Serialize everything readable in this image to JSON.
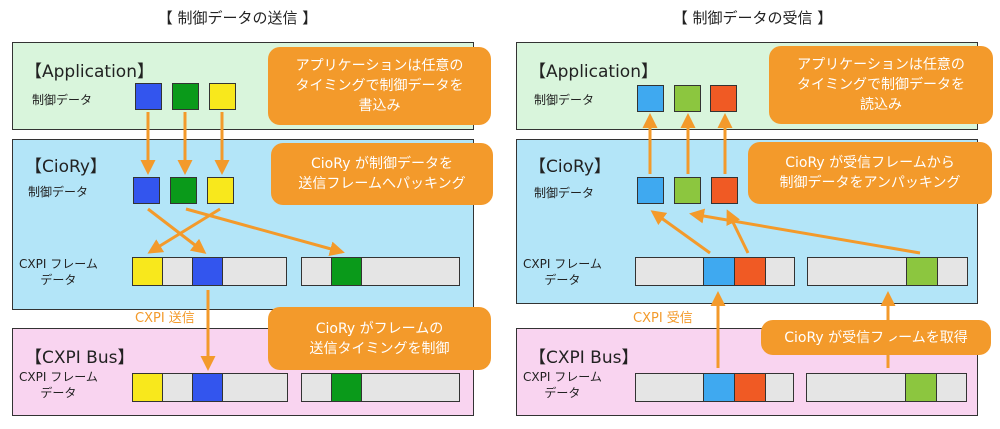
{
  "colors": {
    "arrow": "#f39a2b",
    "callout_bg": "#f39a2b",
    "app_layer_bg": "#d9f5dc",
    "ciory_layer_bg": "#b3e5f8",
    "bus_layer_bg": "#f9d4f0",
    "frame_empty": "#e5e5e5",
    "send_blue": "#3355ee",
    "send_green": "#0a9a1a",
    "send_yellow": "#f8e81c",
    "recv_blue": "#3fa9f0",
    "recv_green": "#8cc63f",
    "recv_red": "#f05a24"
  },
  "send": {
    "title": "【 制御データの送信 】",
    "application": {
      "name": "【Application】",
      "row_label": "制御データ",
      "squares": [
        "blue",
        "green",
        "yellow"
      ],
      "callout": "アプリケーションは任意の\nタイミングで制御データを\n書込み"
    },
    "ciory": {
      "name": "【CioRy】",
      "row_label": "制御データ",
      "squares": [
        "blue",
        "green",
        "yellow"
      ],
      "frame_label": "CXPI フレーム\nデータ",
      "callout": "CioRy が制御データを\n送信フレームへパッキング",
      "frames": [
        [
          "yellow",
          "empty",
          "blue",
          "empty-wide"
        ],
        [
          "empty",
          "green",
          "empty-wide"
        ]
      ]
    },
    "flow_label": "CXPI 送信",
    "bus": {
      "name": "【CXPI Bus】",
      "frame_label": "CXPI フレーム\nデータ",
      "callout": "CioRy がフレームの\n送信タイミングを制御",
      "frames": [
        [
          "yellow",
          "empty",
          "blue",
          "empty-wide"
        ],
        [
          "empty",
          "green",
          "empty-wide"
        ]
      ]
    }
  },
  "receive": {
    "title": "【 制御データの受信 】",
    "application": {
      "name": "【Application】",
      "row_label": "制御データ",
      "squares": [
        "blue",
        "green",
        "red"
      ],
      "callout": "アプリケーションは任意の\nタイミングで制御データを\n読込み"
    },
    "ciory": {
      "name": "【CioRy】",
      "row_label": "制御データ",
      "squares": [
        "blue",
        "green",
        "red"
      ],
      "frame_label": "CXPI フレーム\nデータ",
      "callout": "CioRy が受信フレームから\n制御データをアンパッキング",
      "frames": [
        [
          "empty-wide",
          "blue",
          "red",
          "empty"
        ],
        [
          "empty-wide",
          "green",
          "empty"
        ]
      ]
    },
    "flow_label": "CXPI 受信",
    "bus": {
      "name": "【CXPI Bus】",
      "frame_label": "CXPI フレーム\nデータ",
      "callout": "CioRy が受信フレームを取得",
      "frames": [
        [
          "empty-wide",
          "blue",
          "red",
          "empty"
        ],
        [
          "empty-wide",
          "green",
          "empty"
        ]
      ]
    }
  }
}
